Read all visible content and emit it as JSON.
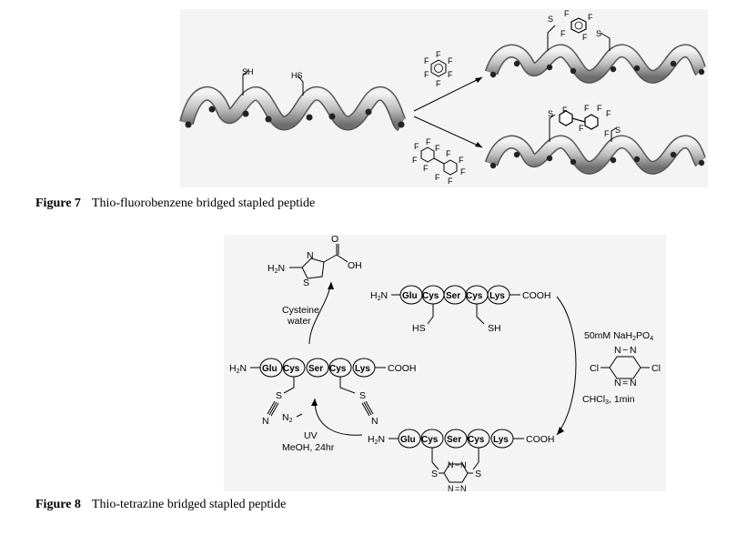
{
  "figure7": {
    "label": "Figure 7",
    "caption": "Thio-fluorobenzene bridged stapled peptide",
    "sh_left": "SH",
    "sh_right": "HS",
    "sulfur": "S",
    "fluorine": "F"
  },
  "figure8": {
    "label": "Figure 8",
    "caption": "Thio-tetrazine bridged stapled peptide",
    "n_term": "H2N",
    "c_term": "COOH",
    "residues": [
      "Glu",
      "Cys",
      "Ser",
      "Cys",
      "Lys"
    ],
    "sh_left": "HS",
    "sh_right": "SH",
    "reagent_conditions_1": "50mM NaH2PO4",
    "reagent_conditions_2": "CHCl3, 1min",
    "cysteine_label": "Cysteine",
    "water_label": "water",
    "uv_label": "UV",
    "methanol_label": "MeOH, 24hr",
    "n2_label": "N2",
    "cl": "Cl",
    "thiazoline_oh": "OH",
    "thiazoline_o": "O"
  }
}
